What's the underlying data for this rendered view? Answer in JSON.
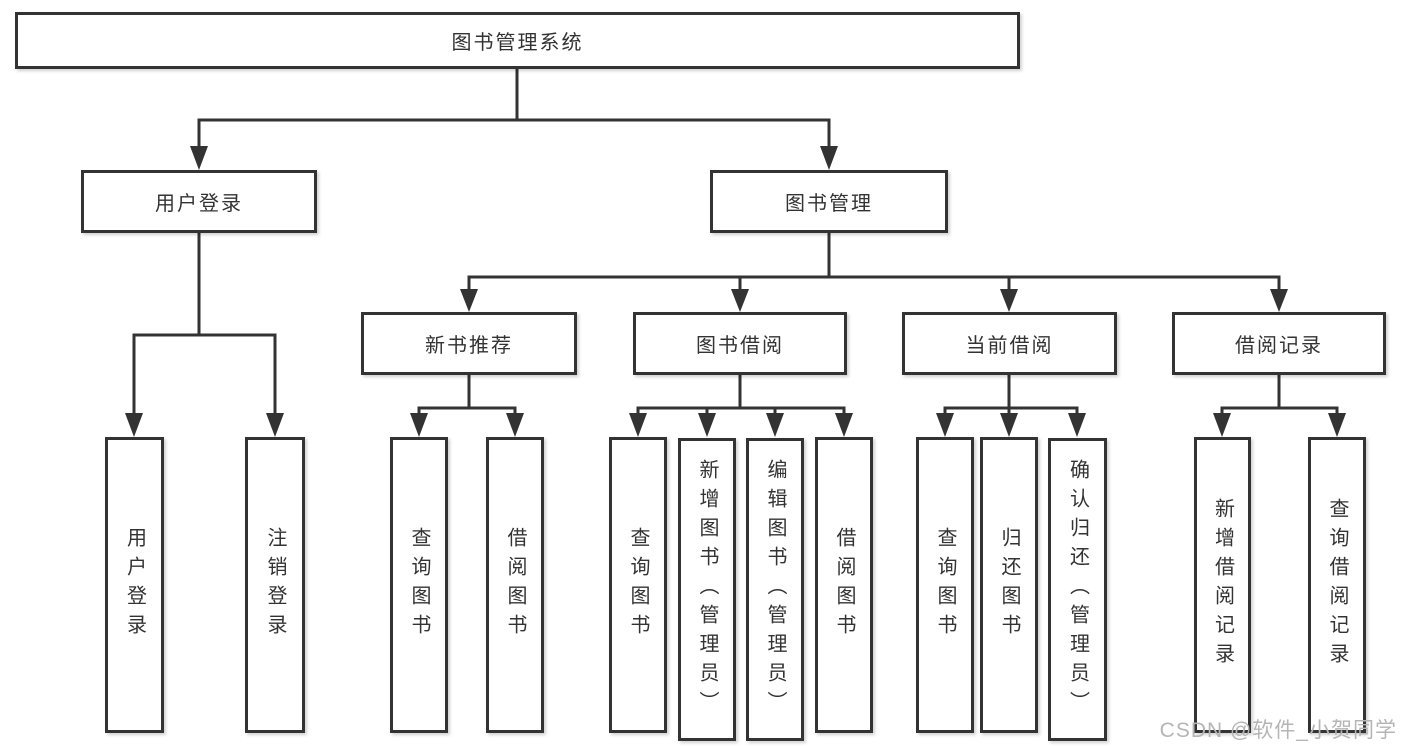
{
  "diagram": {
    "title": "图书管理系统",
    "root": {
      "label": "图书管理系统"
    },
    "branches": [
      {
        "label": "用户登录",
        "children": [
          {
            "label": "用户登录"
          },
          {
            "label": "注销登录"
          }
        ]
      },
      {
        "label": "图书管理",
        "children": [
          {
            "label": "新书推荐",
            "children": [
              {
                "label": "查询图书"
              },
              {
                "label": "借阅图书"
              }
            ]
          },
          {
            "label": "图书借阅",
            "children": [
              {
                "label": "查询图书"
              },
              {
                "label": "新增图书（管理员）"
              },
              {
                "label": "编辑图书（管理员）"
              },
              {
                "label": "借阅图书"
              }
            ]
          },
          {
            "label": "当前借阅",
            "children": [
              {
                "label": "查询图书"
              },
              {
                "label": "归还图书"
              },
              {
                "label": "确认归还（管理员）"
              }
            ]
          },
          {
            "label": "借阅记录",
            "children": [
              {
                "label": "新增借阅记录"
              },
              {
                "label": "查询借阅记录"
              }
            ]
          }
        ]
      }
    ]
  },
  "watermark": {
    "text": "CSDN @软件_小贺同学"
  },
  "colors": {
    "line": "#333333",
    "text": "#333333",
    "watermark": "#b5b5b5",
    "background": "#ffffff"
  }
}
